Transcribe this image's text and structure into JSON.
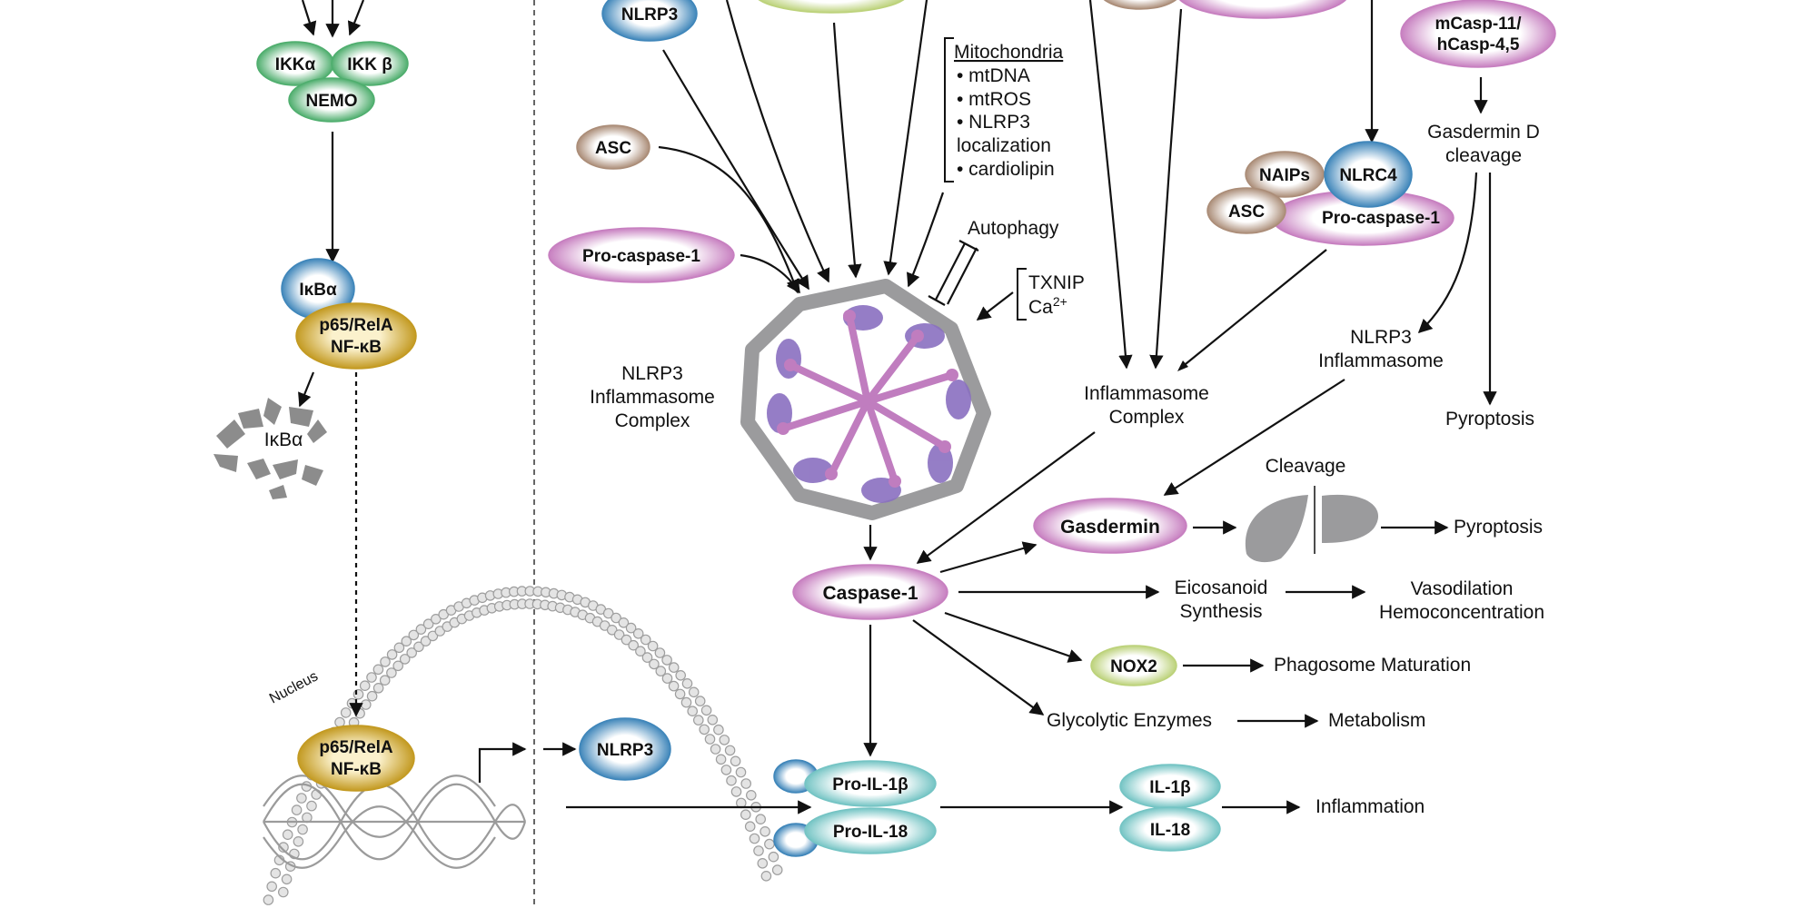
{
  "colors": {
    "pink": "#c77fc0",
    "green": "#5bb579",
    "blue": "#4a8fc0",
    "tan": "#b09480",
    "gold": "#c9a22a",
    "teal": "#7ac9c9",
    "lime": "#c5d98a",
    "gray": "#9b9b9d",
    "purple": "#8a6fbf"
  },
  "nodes": {
    "ikka": "IKKα",
    "ikkb": "IKK β",
    "nemo": "NEMO",
    "ikba_top": "IκBα",
    "p65_top_l1": "p65/RelA",
    "p65_top_l2": "NF-κB",
    "ikba_degraded": "IκBα",
    "p65_bot_l1": "p65/RelA",
    "p65_bot_l2": "NF-κB",
    "nlrp3_gene_product": "NLRP3",
    "nlrp3_top": "NLRP3",
    "asc_left": "ASC",
    "procasp1_left": "Pro-caspase-1",
    "mcasp11_l1": "mCasp-11/",
    "mcasp11_l2": "hCasp-4,5",
    "naips": "NAIPs",
    "nlrc4": "NLRC4",
    "asc_right": "ASC",
    "procasp1_right": "Pro-caspase-1",
    "caspase1": "Caspase-1",
    "gasdermin": "Gasdermin",
    "nox2": "NOX2",
    "pro_il1b": "Pro-IL-1β",
    "pro_il18": "Pro-IL-18",
    "il1b": "IL-1β",
    "il18": "IL-18"
  },
  "labels": {
    "nucleus": "Nucleus",
    "mito_title": "Mitochondria",
    "mito_items": [
      "• mtDNA",
      "• mtROS",
      "• NLRP3",
      "localization",
      "• cardiolipin"
    ],
    "autophagy": "Autophagy",
    "txnip": "TXNIP",
    "ca_base": "Ca",
    "ca_sup": "2+",
    "nlrp3_complex": [
      "NLRP3",
      "Inflammasome",
      "Complex"
    ],
    "inflammasome_complex": [
      "Inflammasome",
      "Complex"
    ],
    "nlrp3_inflammasome_right": [
      "NLRP3",
      "Inflammasome"
    ],
    "gasdermin_cleavage": [
      "Gasdermin D",
      "cleavage"
    ],
    "pyroptosis_top": "Pyroptosis",
    "cleavage": "Cleavage",
    "pyroptosis": "Pyroptosis",
    "eicosanoid": [
      "Eicosanoid",
      "Synthesis"
    ],
    "vasodilation": [
      "Vasodilation",
      "Hemoconcentration"
    ],
    "phagosome": "Phagosome Maturation",
    "glycolytic": "Glycolytic Enzymes",
    "metabolism": "Metabolism",
    "inflammation": "Inflammation"
  }
}
